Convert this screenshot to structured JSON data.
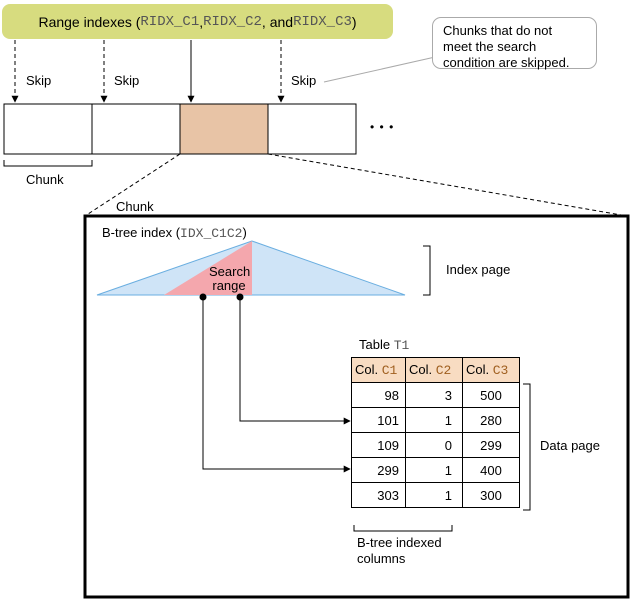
{
  "banner": {
    "prefix": "Range indexes (",
    "idx1": "RIDX_C1",
    "sep1": ", ",
    "idx2": "RIDX_C2",
    "sep2": ", and ",
    "idx3": "RIDX_C3",
    "suffix": ")"
  },
  "callout": {
    "line1": "Chunks that do not",
    "line2": "meet the search",
    "line3": "condition are skipped."
  },
  "skip_labels": [
    "Skip",
    "Skip",
    "Skip"
  ],
  "ellipsis": "• • •",
  "chunk_label": "Chunk",
  "chunk_detail_label": "Chunk",
  "btree": {
    "prefix": "B-tree index (",
    "name": "IDX_C1C2",
    "suffix": ")"
  },
  "search_range": {
    "line1": "Search",
    "line2": "range"
  },
  "index_page_label": "Index page",
  "table": {
    "title_prefix": "Table ",
    "title_name": "T1",
    "headers": [
      {
        "label": "Col. ",
        "col": "C1"
      },
      {
        "label": "Col. ",
        "col": "C2"
      },
      {
        "label": "Col. ",
        "col": "C3"
      }
    ],
    "rows": [
      [
        "98",
        "3",
        "500"
      ],
      [
        "101",
        "1",
        "280"
      ],
      [
        "109",
        "0",
        "299"
      ],
      [
        "299",
        "1",
        "400"
      ],
      [
        "303",
        "1",
        "300"
      ]
    ]
  },
  "data_page_label": "Data page",
  "indexed_columns": {
    "line1": "B-tree indexed",
    "line2": "columns"
  },
  "colors": {
    "banner": "#d7dc7f",
    "selected_chunk": "#e8c4a6",
    "tree_fill": "#cfe4f7",
    "tree_stroke": "#6aaee0",
    "search_range_fill": "#f4a7ad",
    "table_header": "#f8dcc2"
  }
}
